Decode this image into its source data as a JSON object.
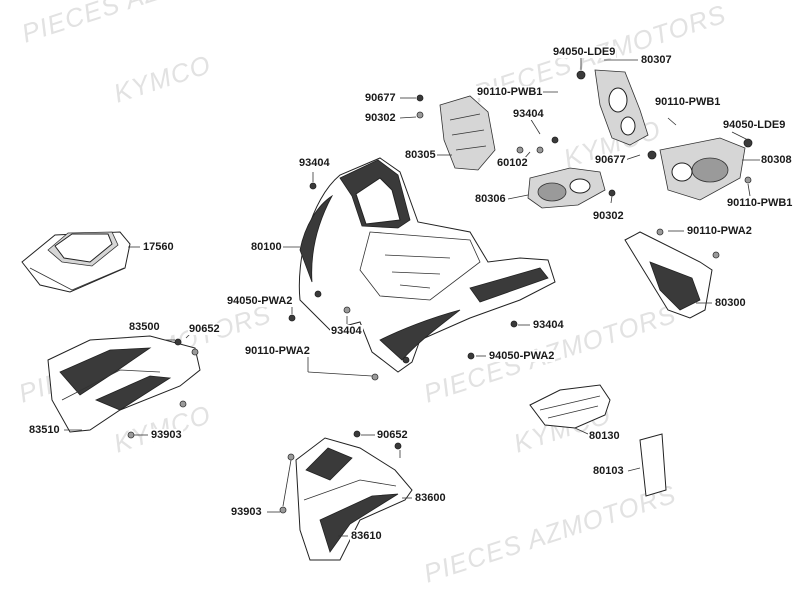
{
  "watermark": {
    "line1": "PIECES AZMOTORS",
    "line2": "KYMCO"
  },
  "labels": {
    "p94050_lde9_top": "94050-LDE9",
    "p80307": "80307",
    "p90677_a": "90677",
    "p90110_pwb1_a": "90110-PWB1",
    "p90110_pwb1_b": "90110-PWB1",
    "p93404_a": "93404",
    "p90302_a": "90302",
    "p94050_lde9_right": "94050-LDE9",
    "p80305": "80305",
    "p60102": "60102",
    "p90677_b": "90677",
    "p80308": "80308",
    "p93404_b": "93404",
    "p80306": "80306",
    "p90302_b": "90302",
    "p90110_pwb1_c": "90110-PWB1",
    "p80100": "80100",
    "p90110_pwa2_a": "90110-PWA2",
    "p17560": "17560",
    "p80300": "80300",
    "p94050_pwa2_a": "94050-PWA2",
    "p83500": "83500",
    "p90652_a": "90652",
    "p93404_c": "93404",
    "p93404_d": "93404",
    "p90110_pwa2_b": "90110-PWA2",
    "p94050_pwa2_b": "94050-PWA2",
    "p83510": "83510",
    "p93903_a": "93903",
    "p80130": "80130",
    "p90652_b": "90652",
    "p80103": "80103",
    "p83600": "83600",
    "p93903_b": "93903",
    "p83610": "83610"
  }
}
